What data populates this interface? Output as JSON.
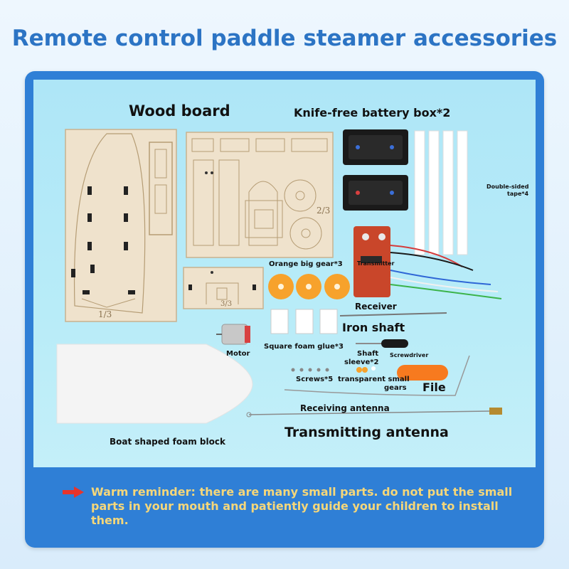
{
  "title": "Remote control paddle steamer accessories",
  "labels": {
    "wood_board": "Wood board",
    "battery_box": "Knife-free battery box*2",
    "double_tape_1": "Double-sided",
    "double_tape_2": "tape*4",
    "orange_gear": "Orange big gear*3",
    "transmitter": "Transmitter",
    "receiver": "Receiver",
    "iron_shaft": "Iron shaft",
    "motor": "Motor",
    "square_foam": "Square foam glue*3",
    "shaft_sleeve_1": "Shaft",
    "shaft_sleeve_2": "sleeve*2",
    "screwdriver": "Screwdriver",
    "screws": "Screws*5",
    "small_gears_1": "transparent small",
    "small_gears_2": "gears",
    "file": "File",
    "receiving_antenna": "Receiving antenna",
    "transmitting_antenna": "Transmitting antenna",
    "foam_block": "Boat shaped foam block",
    "wood_mark_1": "1/3",
    "wood_mark_2": "2/3",
    "wood_mark_3": "3/3"
  },
  "reminder": "Warm reminder: there are many small parts. do not put the small parts in your mouth and patiently guide your children to install them.",
  "colors": {
    "title": "#2c74c4",
    "panel": "#2f7fd6",
    "panel_inner": "#b8ecf8",
    "reminder_text": "#f5d77a",
    "arrow": "#e8342b",
    "wood": "#efe2cc",
    "gear": "#f7a22c",
    "pcb": "#c9462a"
  }
}
